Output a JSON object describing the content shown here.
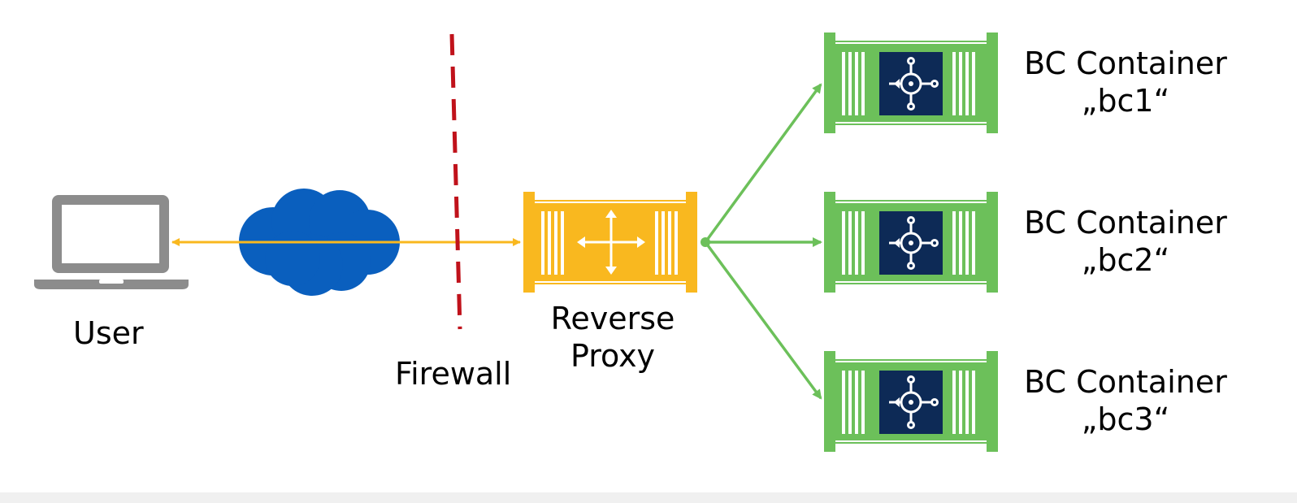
{
  "labels": {
    "user": "User",
    "firewall": "Firewall",
    "proxy_line1": "Reverse",
    "proxy_line2": "Proxy"
  },
  "containers": [
    {
      "line1": "BC Container",
      "line2": "„bc1“"
    },
    {
      "line1": "BC Container",
      "line2": "„bc2“"
    },
    {
      "line1": "BC Container",
      "line2": "„bc3“"
    }
  ],
  "colors": {
    "laptop": "#8c8c8c",
    "cloud": "#0a5fbe",
    "firewall": "#c0121b",
    "proxy": "#f9b81f",
    "container": "#6cc05a",
    "bc_icon_bg": "#0d2a56",
    "arrow_user": "#f9b81f",
    "arrow_bc": "#6cc05a"
  },
  "icons": {
    "user": "laptop-icon",
    "internet": "cloud-icon",
    "proxy": "move-arrows-icon",
    "bc": "business-central-icon"
  }
}
